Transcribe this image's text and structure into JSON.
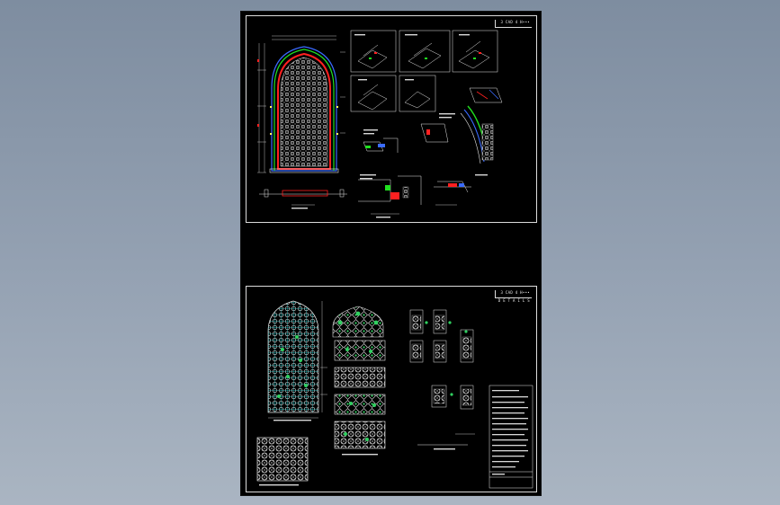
{
  "window": {
    "background_colors": [
      "#7e8da0",
      "#aab5c2"
    ],
    "canvas_color": "#000000"
  },
  "sheets": [
    {
      "id": "top",
      "titleblock_text": "3 CAD 4 H•••",
      "titleblock_text2": ""
    },
    {
      "id": "bottom",
      "titleblock_text": "3 CAD 4 H•••",
      "titleblock_text2": "D E T A I L S"
    }
  ],
  "colors": {
    "line": "#e6e6e6",
    "red": "#ff2020",
    "green": "#20e020",
    "blue": "#3a6bff",
    "cyan": "#33dddd",
    "yellow": "#ffff55",
    "white": "#ffffff"
  },
  "icons": {
    "arch_window": "arch-window-elevation-icon",
    "lattice": "lattice-pattern-icon"
  }
}
